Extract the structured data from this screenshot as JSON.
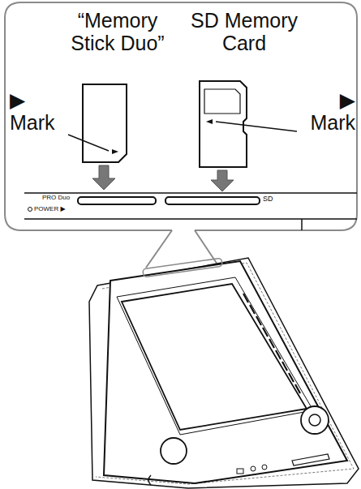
{
  "diagram": {
    "labels": [
      "“Memory Stick Duo”",
      "SD Memory Card",
      "▶ Mark",
      "▶ Mark",
      "PRO Duo",
      "POWER ▶",
      "SD"
    ]
  }
}
